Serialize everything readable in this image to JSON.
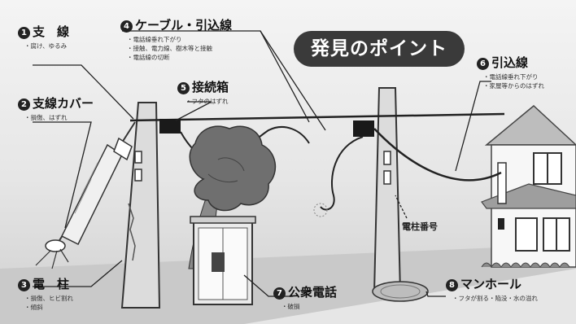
{
  "badge": "発見のポイント",
  "labels": {
    "shisen": {
      "num": "1",
      "title": "支　線",
      "notes": [
        "・腐け、ゆるみ"
      ]
    },
    "shisen_cover": {
      "num": "2",
      "title": "支線カバー",
      "notes": [
        "・損傷、はずれ"
      ]
    },
    "denchu": {
      "num": "3",
      "title": "電　柱",
      "notes": [
        "・損傷、ヒビ割れ",
        "・傾斜"
      ]
    },
    "cable": {
      "num": "4",
      "title": "ケーブル・引込線",
      "notes": [
        "・電話線垂れ下がり",
        "・接触、電力線、樹木等と接触",
        "・電話線の切断"
      ]
    },
    "setsuzoku": {
      "num": "5",
      "title": "接続箱",
      "notes": [
        "・フタのはずれ"
      ]
    },
    "hikikomi": {
      "num": "6",
      "title": "引込線",
      "notes": [
        "・電話線垂れ下がり",
        "・家屋等からのはずれ"
      ]
    },
    "koshu": {
      "num": "7",
      "title": "公衆電話",
      "notes": [
        "・破損"
      ]
    },
    "manhole": {
      "num": "8",
      "title": "マンホール",
      "notes": [
        "・フタが割る・陥没・水の溢れ"
      ]
    }
  },
  "pole_number_label": "電柱番号",
  "colors": {
    "badge_bg": "#3a3a3a",
    "line": "#222222",
    "pole": "#d8d8d8",
    "tree": "#6a6a6a"
  }
}
